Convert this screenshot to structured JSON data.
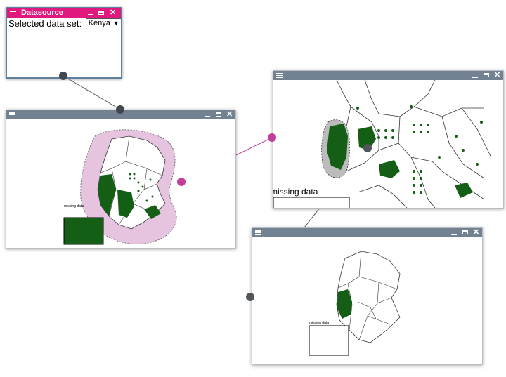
{
  "datasource": {
    "title": "Datasource",
    "label": "Selected data set:",
    "selected": "Kenya"
  },
  "windows": {
    "left_map": {
      "legend_label": "missing data"
    },
    "top_right_map": {
      "legend_label": "missing data"
    },
    "bottom_right_map": {
      "legend_label": "missing data"
    }
  },
  "colors": {
    "titlebar": "#738293",
    "datasource_titlebar": "#e0197f",
    "map_fill": "#155e15",
    "highlight_fill": "#e6c3df",
    "connector": "#c23e9a",
    "connector_dark": "#4a4f55"
  },
  "icons": [
    "menu-icon",
    "minimize-icon",
    "maximize-icon",
    "close-icon",
    "chevron-down-icon"
  ]
}
